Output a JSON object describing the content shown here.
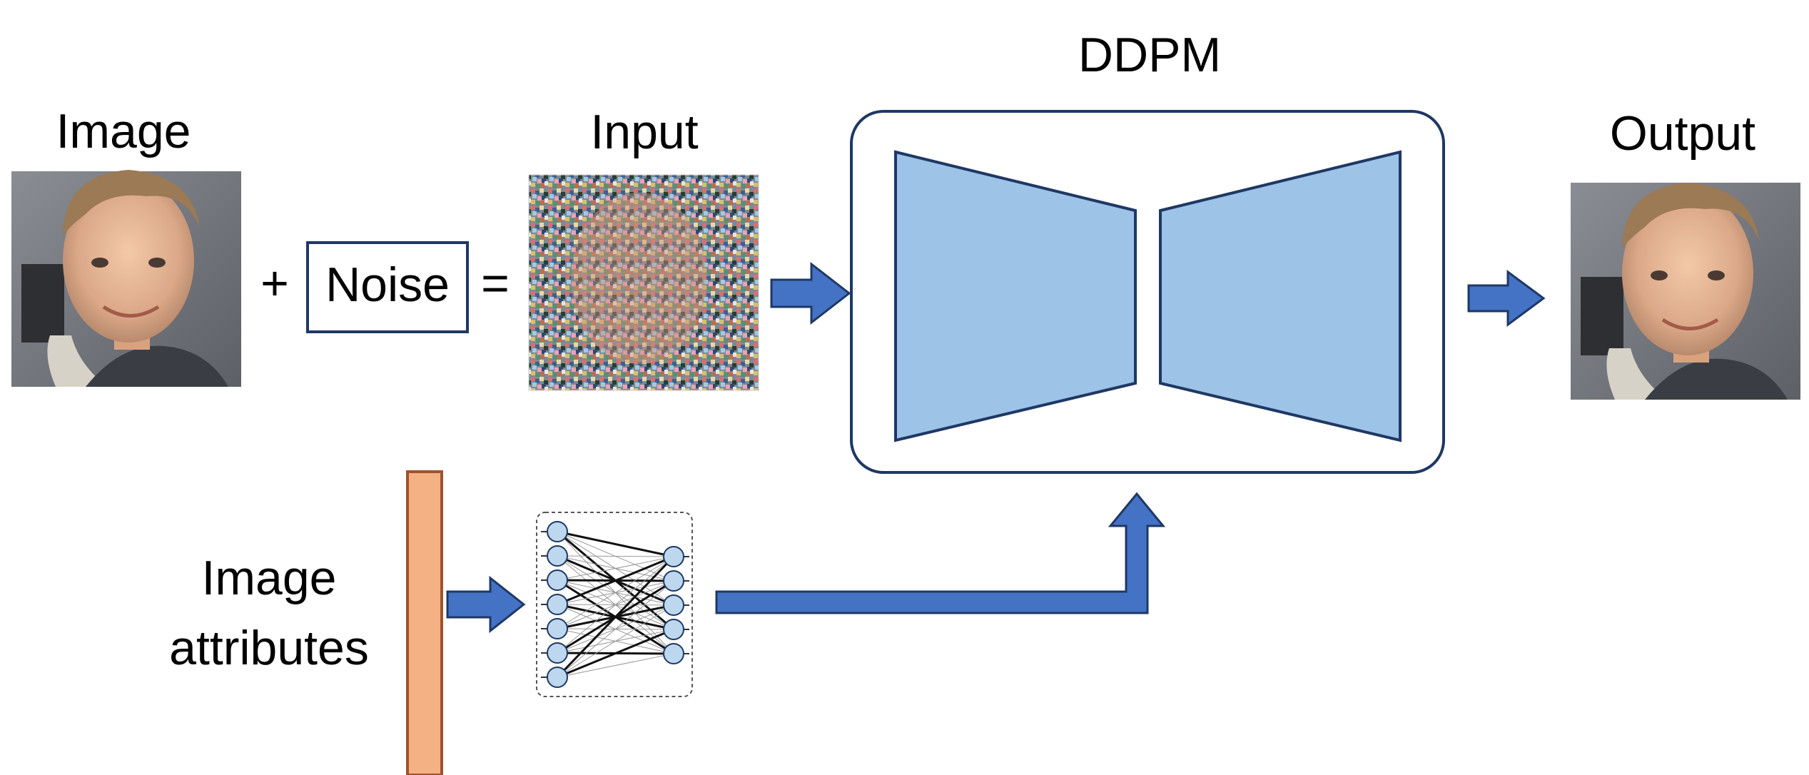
{
  "labels": {
    "image": "Image",
    "plus": "+",
    "noise": "Noise",
    "equals": "=",
    "input": "Input",
    "ddpm": "DDPM",
    "output": "Output",
    "attributes_line1": "Image",
    "attributes_line2": "attributes"
  },
  "colors": {
    "arrow_fill": "#4472c4",
    "arrow_stroke": "#1f3864",
    "box_stroke": "#1f3864",
    "trapezoid_fill": "#9dc3e6",
    "attribute_bar_fill": "#f4b183",
    "attribute_bar_stroke": "#a0522d",
    "neuron_fill": "#bdd7ee"
  },
  "icons": {
    "input_photo": "face-photo",
    "noisy_input": "noisy-face-image",
    "output_photo": "face-photo",
    "mlp": "neural-network-icon"
  }
}
